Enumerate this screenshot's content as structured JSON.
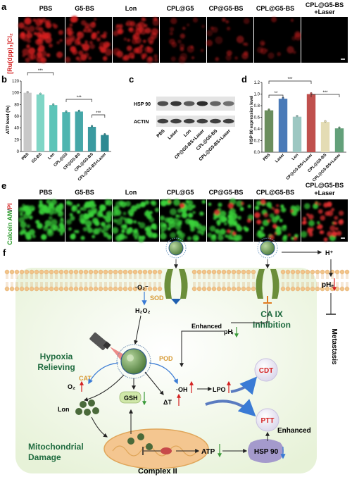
{
  "panels": {
    "a": "a",
    "b": "b",
    "c": "c",
    "d": "d",
    "e": "e",
    "f": "f"
  },
  "groups_a": [
    "PBS",
    "G5-BS",
    "Lon",
    "CPL@G5",
    "CP@G5-BS",
    "CPL@G5-BS"
  ],
  "group_a_last": [
    "CPL@G5-BS",
    "+Laser"
  ],
  "stain_a": "[Ru(dpp)₃]Cl₂",
  "stain_e": {
    "green": "Calcein AM",
    "slash": "/",
    "red": "PI"
  },
  "blot": {
    "bands": [
      "HSP 90",
      "ACTIN"
    ],
    "lanes": [
      "PBS",
      "Laser",
      "Lon",
      "CP@G5-BS+Laser",
      "CPL@G5-BS",
      "CPL@G5-BS+Laser"
    ]
  },
  "chart_data": [
    {
      "type": "bar",
      "panel": "b",
      "categories": [
        "PBS",
        "G5-BS",
        "Lon",
        "CPL@G5",
        "CP@G5-BS",
        "CPL@G5-BS",
        "CPL@G5-BS+Laser"
      ],
      "values": [
        100,
        97,
        79,
        67,
        68,
        42,
        28
      ],
      "ylabel": "ATP level (%)",
      "ylim": [
        0,
        120
      ],
      "yticks": [
        0,
        20,
        40,
        60,
        80,
        100,
        120
      ],
      "significance": [
        "***",
        "***",
        "***"
      ],
      "colors": [
        "#c8c8c8",
        "#7fd6c6",
        "#5cc4b8",
        "#4fb5b0",
        "#45a7a8",
        "#3b9aa0",
        "#2e8a93"
      ]
    },
    {
      "type": "bar",
      "panel": "d",
      "categories": [
        "PBS",
        "Laser",
        "Lon",
        "CP@G5-BS+Laser",
        "CPL@G5-BS",
        "CPL@G5-BS+Laser"
      ],
      "values": [
        0.72,
        0.92,
        0.61,
        1.0,
        0.52,
        0.41
      ],
      "ylabel": "HSP 90 expression level",
      "ylim": [
        0,
        1.2
      ],
      "yticks": [
        0.0,
        0.2,
        0.4,
        0.6,
        0.8,
        1.0,
        1.2
      ],
      "significance": [
        "**",
        "***",
        "***"
      ],
      "colors": [
        "#6b8e5e",
        "#4a7ab8",
        "#9dc7c2",
        "#c0504d",
        "#e4dcb4",
        "#63a07a"
      ]
    }
  ],
  "scheme": {
    "hplus": "H⁺",
    "phe": "pHₑ",
    "metastasis": "Metastasis",
    "o2minus": "·O₂⁻",
    "sod": "SOD",
    "h2o2": "H₂O₂",
    "caix": "CA IX",
    "inhibition": "Inhibition",
    "enhanced1": "Enhanced",
    "phi": "pHᵢ",
    "hypoxia1": "Hypoxia",
    "hypoxia2": "Relieving",
    "cat": "CAT",
    "o2": "O₂",
    "pod": "POD",
    "oh": "·OH",
    "lpo": "LPO",
    "cdt": "CDT",
    "gsh": "GSH",
    "dt": "ΔT",
    "lon": "Lon",
    "ptt": "PTT",
    "enhanced2": "Enhanced",
    "mito1": "Mitochondrial",
    "mito2": "Damage",
    "complex": "Complex II",
    "atp": "ATP",
    "hsp": "HSP 90"
  },
  "colors": {
    "accent_green": "#1f6b3f",
    "red_arrow": "#d42020",
    "green_arrow": "#3a9a3a",
    "sod_orange": "#d79a35",
    "blue": "#3a7bd5"
  }
}
